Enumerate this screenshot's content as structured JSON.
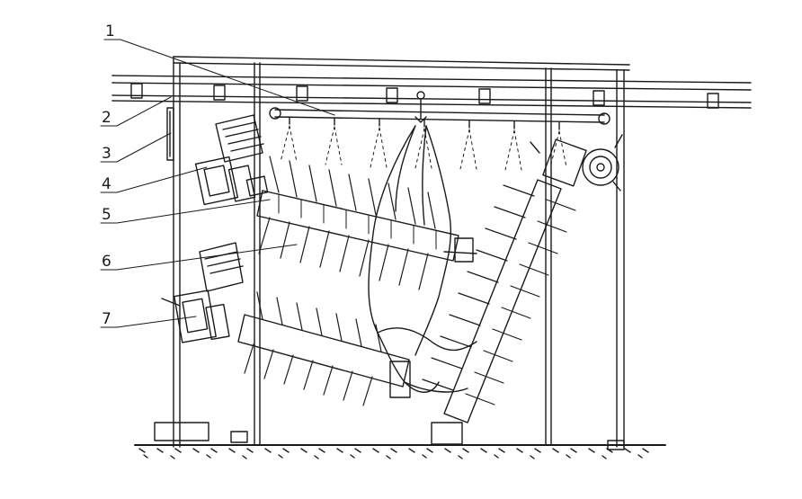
{
  "diagram": {
    "labels": [
      {
        "id": "1",
        "text": "1"
      },
      {
        "id": "2",
        "text": "2"
      },
      {
        "id": "3",
        "text": "3"
      },
      {
        "id": "4",
        "text": "4"
      },
      {
        "id": "5",
        "text": "5"
      },
      {
        "id": "6",
        "text": "6"
      },
      {
        "id": "7",
        "text": "7"
      }
    ],
    "colors": {
      "ink": "#1a1a1a",
      "paper": "#ffffff"
    }
  }
}
